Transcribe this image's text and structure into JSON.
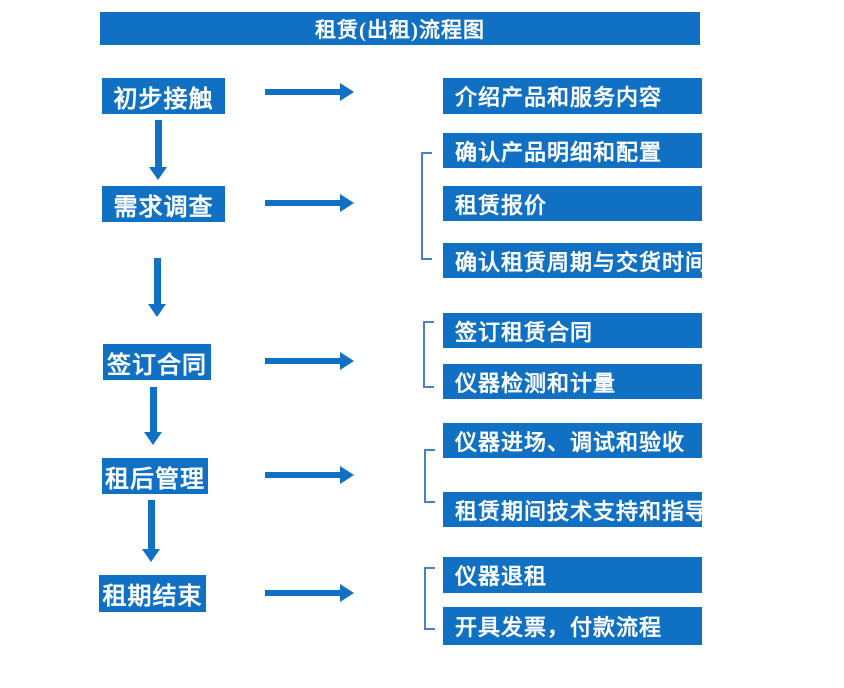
{
  "title": "租赁(出租)流程图",
  "colors": {
    "primary_blue": "#1070C3",
    "bracket_blue": "#4A80C4",
    "text_white": "#FFFFFF"
  },
  "flow": {
    "steps": [
      {
        "label": "初步接触",
        "outputs": [
          "介绍产品和服务内容"
        ]
      },
      {
        "label": "需求调查",
        "outputs": [
          "确认产品明细和配置",
          "租赁报价",
          "确认租赁周期与交货时间"
        ]
      },
      {
        "label": "签订合同",
        "outputs": [
          "签订租赁合同",
          "仪器检测和计量"
        ]
      },
      {
        "label": "租后管理",
        "outputs": [
          "仪器进场、调试和验收",
          "租赁期间技术支持和指导"
        ]
      },
      {
        "label": "租期结束",
        "outputs": [
          "仪器退租",
          "开具发票，付款流程"
        ]
      }
    ]
  }
}
